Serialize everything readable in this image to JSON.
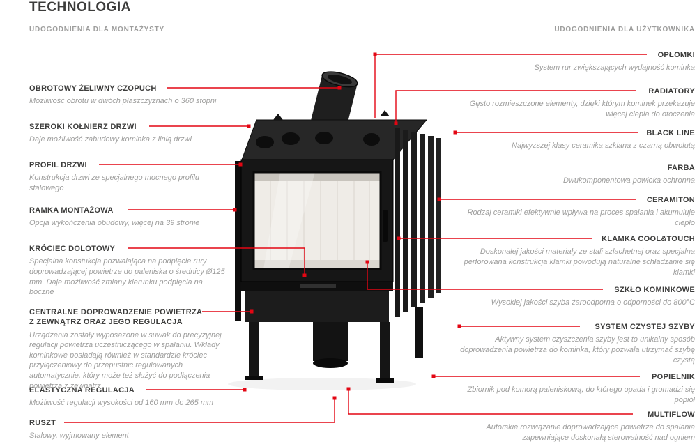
{
  "page": {
    "title": "TECHNOLOGIA",
    "left_heading": "UDOGODNIENIA DLA MONTAŻYSTY",
    "right_heading": "UDOGODNIENIA DLA UŻYTKOWNIKA"
  },
  "colors": {
    "accent_red": "#e30613",
    "title_text": "#3c3c3b",
    "muted_text": "#9d9d9c"
  },
  "left_features": [
    {
      "title": "OBROTOWY ŻELIWNY CZOPUCH",
      "desc": "Możliwość obrotu w dwóch płaszczyznach o 360 stopni"
    },
    {
      "title": "SZEROKI KOŁNIERZ DRZWI",
      "desc": "Daje możliwość zabudowy kominka z linią drzwi"
    },
    {
      "title": "PROFIL DRZWI",
      "desc": "Konstrukcja drzwi ze specjalnego mocnego profilu stalowego"
    },
    {
      "title": "RAMKA MONTAŻOWA",
      "desc": "Opcja wykończenia obudowy, więcej na 39 stronie"
    },
    {
      "title": "KRÓCIEC DOLOTOWY",
      "desc": "Specjalna konstukcja pozwalająca na podpięcie rury doprowadzającej powietrze do paleniska o średnicy Ø125 mm. Daje możliwość zmiany kierunku podpięcia na boczne"
    },
    {
      "title": "CENTRALNE DOPROWADZENIE POWIETRZA Z ZEWNĄTRZ ORAZ JEGO REGULACJA",
      "desc": "Urządzenia zostały wyposażone w suwak do precyzyjnej regulacji powietrza uczestniczącego w spalaniu. Wkłady kominkowe posiadają również w standardzie króciec przyłączeniowy do przepustnic regulowanych automatycznie, który może też służyć do podłączenia powietrza z zewnątrz"
    },
    {
      "title": "ELASTYCZNA REGULACJA",
      "desc": "Możliwość regulacji wysokości od 160 mm do 265 mm"
    },
    {
      "title": "RUSZT",
      "desc": "Stalowy, wyjmowany element"
    }
  ],
  "right_features": [
    {
      "title": "OPŁOMKI",
      "desc": "System rur zwiększających wydajność kominka"
    },
    {
      "title": "RADIATORY",
      "desc": "Gęsto rozmieszczone elementy, dzięki którym kominek przekazuje więcej ciepła do otoczenia"
    },
    {
      "title": "BLACK LINE",
      "desc": "Najwyższej klasy ceramika szklana z czarną obwolutą"
    },
    {
      "title": "FARBA",
      "desc": "Dwukomponentowa powłoka ochronna"
    },
    {
      "title": "CERAMITON",
      "desc": "Rodzaj ceramiki efektywnie wpływa na proces spalania i akumuluje ciepło"
    },
    {
      "title": "KLAMKA COOL&TOUCH",
      "desc": "Doskonałej jakości materiały ze stali szlachetnej oraz specjalna perforowana konstrukcja klamki powodują naturalne schładzanie się klamki"
    },
    {
      "title": "SZKŁO KOMINKOWE",
      "desc": "Wysokiej jakości szyba żaroodporna o odporności do 800°C"
    },
    {
      "title": "SYSTEM CZYSTEJ SZYBY",
      "desc": "Aktywny system czyszczenia szyby jest to unikalny sposób doprowadzenia powietrza do kominka, który pozwala utrzymać szybę czystą"
    },
    {
      "title": "POPIELNIK",
      "desc": "Zbiornik pod komorą paleniskową, do którego opada i gromadzi się popiół"
    },
    {
      "title": "MULTIFLOW",
      "desc": "Autorskie rozwiązanie doprowadzające powietrze do spalania zapewniające doskonałą sterowalność nad ogniem"
    }
  ]
}
